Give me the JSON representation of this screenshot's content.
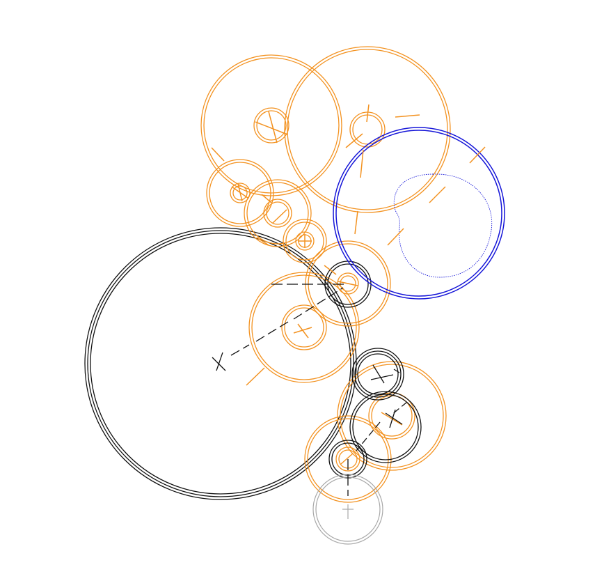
{
  "diagram": {
    "kind": "gear-train-drawing",
    "labels": [],
    "colors": {
      "background": "#ffffff",
      "gear_black": "#111111",
      "gear_orange": "#f39220",
      "gear_blue": "#1515d8",
      "gear_gray": "#a8a8a8"
    },
    "gear_groups": [
      {
        "group": "large-black-gear",
        "color": "gear_black"
      },
      {
        "group": "orange-compound-gears",
        "color": "gear_orange"
      },
      {
        "group": "blue-gear",
        "color": "gear_blue"
      },
      {
        "group": "gray-gear",
        "color": "gear_gray"
      }
    ]
  }
}
